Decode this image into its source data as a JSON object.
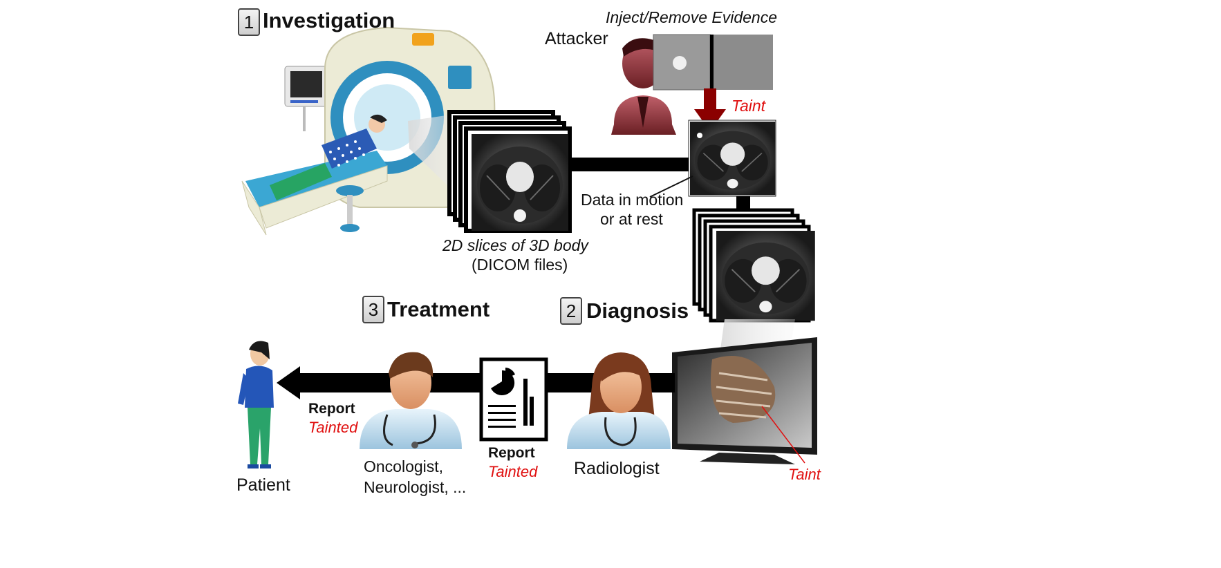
{
  "steps": {
    "investigation": {
      "number": "1",
      "label": "Investigation"
    },
    "diagnosis": {
      "number": "2",
      "label": "Diagnosis"
    },
    "treatment": {
      "number": "3",
      "label": "Treatment"
    }
  },
  "attacker": {
    "label": "Attacker",
    "action": "Inject/Remove Evidence",
    "taint": "Taint"
  },
  "data": {
    "slices_caption_line1": "2D slices of 3D body",
    "slices_caption_line2": "(DICOM files)",
    "motion_line1": "Data in motion",
    "motion_line2": "or at rest"
  },
  "monitor": {
    "taint": "Taint"
  },
  "radiologist": {
    "label": "Radiologist"
  },
  "report_mid": {
    "title": "Report",
    "status": "Tainted"
  },
  "specialist": {
    "line1": "Oncologist,",
    "line2": "Neurologist, ..."
  },
  "report_left": {
    "title": "Report",
    "status": "Tainted"
  },
  "patient": {
    "label": "Patient"
  },
  "colors": {
    "taint_red": "#e01010",
    "arrow_dark_red": "#8b0000",
    "arrow_black": "#000000"
  }
}
